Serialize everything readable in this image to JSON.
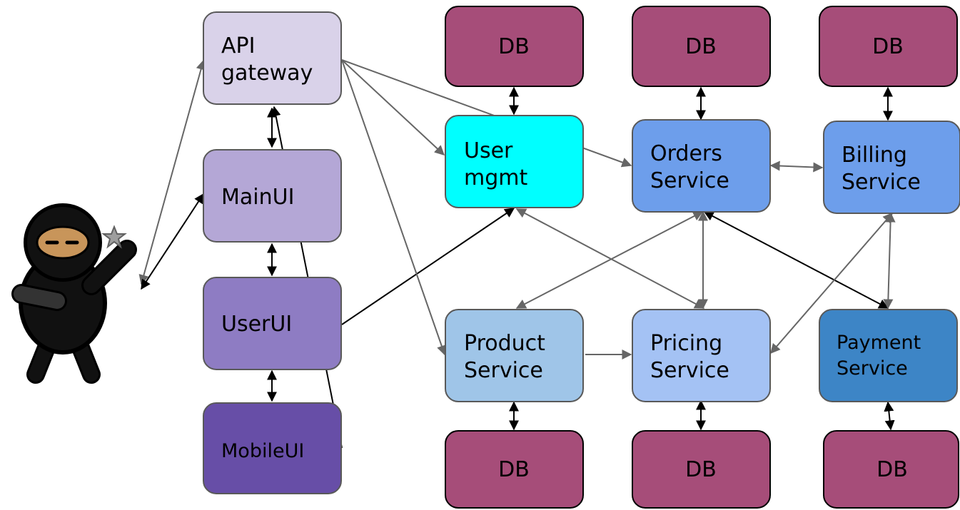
{
  "colors": {
    "api_gateway": "#d9d2e9",
    "main_ui": "#b4a7d6",
    "user_ui": "#8e7cc3",
    "mobile_ui": "#674ea7",
    "user_mgmt": "#00ffff",
    "orders": "#6d9eeb",
    "billing": "#6d9eeb",
    "product": "#9fc5e8",
    "pricing": "#a4c2f4",
    "payment": "#3d85c6",
    "db": "#a64d79",
    "outline": "#595959",
    "arrow_dark": "#000000",
    "arrow_gray": "#666666"
  },
  "actor": {
    "icon": "ninja-icon",
    "accessory": "shuriken-star-icon"
  },
  "nodes": {
    "api_gateway": {
      "lines": [
        "API",
        "gateway"
      ]
    },
    "main_ui": {
      "lines": [
        "MainUI"
      ]
    },
    "user_ui": {
      "lines": [
        "UserUI"
      ]
    },
    "mobile_ui": {
      "lines": [
        "MobileUI"
      ]
    },
    "user_mgmt": {
      "lines": [
        "User",
        "mgmt"
      ]
    },
    "orders": {
      "lines": [
        "Orders",
        "Service"
      ]
    },
    "billing": {
      "lines": [
        "Billing",
        "Service"
      ]
    },
    "product": {
      "lines": [
        "Product",
        "Service"
      ]
    },
    "pricing": {
      "lines": [
        "Pricing",
        "Service"
      ]
    },
    "payment": {
      "lines": [
        "Payment",
        "Service"
      ]
    },
    "db_user": {
      "lines": [
        "DB"
      ]
    },
    "db_orders": {
      "lines": [
        "DB"
      ]
    },
    "db_billing": {
      "lines": [
        "DB"
      ]
    },
    "db_product": {
      "lines": [
        "DB"
      ]
    },
    "db_pricing": {
      "lines": [
        "DB"
      ]
    },
    "db_payment": {
      "lines": [
        "DB"
      ]
    }
  }
}
